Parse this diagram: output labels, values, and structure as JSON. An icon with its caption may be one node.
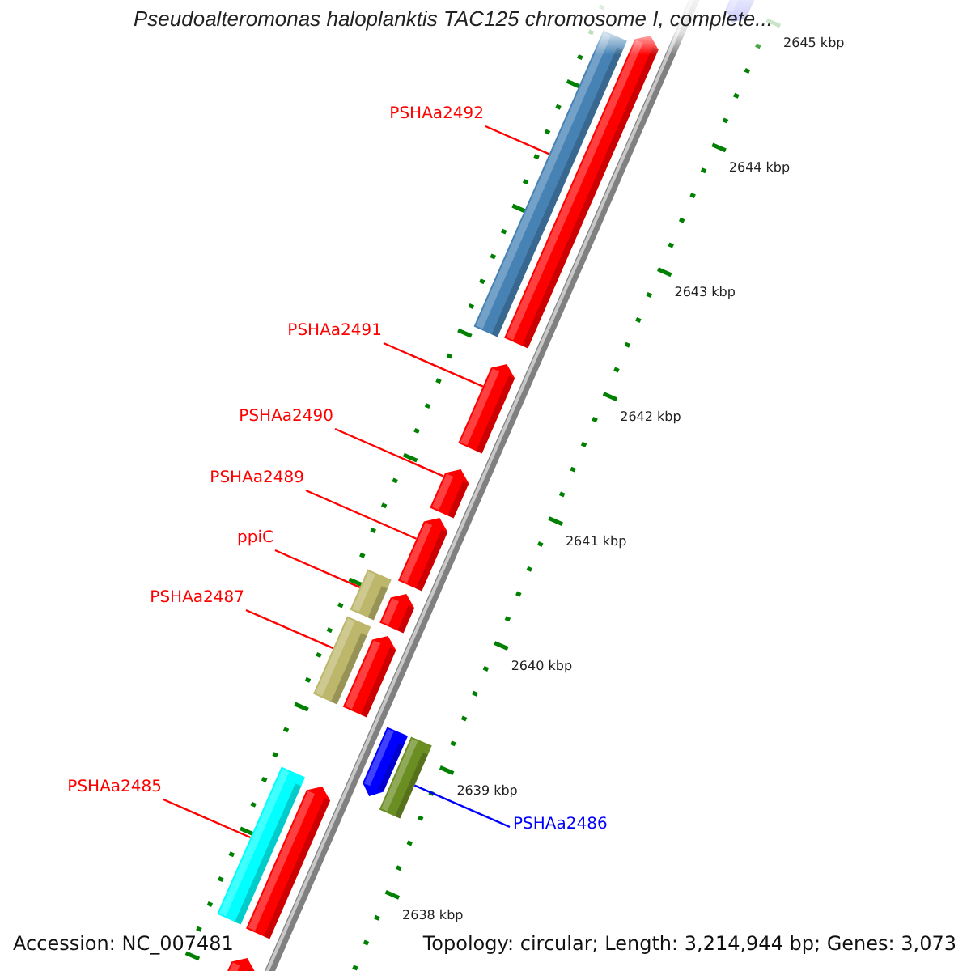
{
  "diagram": {
    "title": "Pseudoalteromonas haloplanktis TAC125 chromosome I, complete...",
    "nodes": [
      {
        "text": [
          "PSHAa2492"
        ]
      },
      {
        "text": [
          "PSHAa2491"
        ]
      },
      {
        "text": [
          "PSHAa2490"
        ]
      },
      {
        "text": [
          "PSHAa2489"
        ]
      },
      {
        "text": [
          "ppiC"
        ]
      },
      {
        "text": [
          "PSHAa2487"
        ]
      },
      {
        "text": [
          "PSHAa2485"
        ]
      },
      {
        "text": [
          "PSHAa2486"
        ]
      },
      {
        "text": [],
        "shape": "bar"
      },
      {
        "text": [],
        "shape": "bar"
      },
      {
        "text": [],
        "shape": "bar"
      },
      {
        "text": [],
        "shape": "bar"
      },
      {
        "text": [],
        "shape": "bar"
      },
      {
        "text": [],
        "shape": "bar"
      },
      {
        "text": [],
        "shape": "bar"
      },
      {
        "text": [],
        "shape": "bar"
      },
      {
        "text": [],
        "shape": "bar"
      },
      {
        "text": [],
        "shape": "bar"
      },
      {
        "text": [],
        "shape": "bar"
      },
      {
        "text": [],
        "shape": "bar"
      },
      {
        "text": [],
        "shape": "bar"
      },
      {
        "text": [],
        "shape": "bar"
      },
      {
        "text": [],
        "shape": "bar"
      }
    ],
    "edges": [
      {
        "from": 0,
        "to": 9,
        "arrow": "none"
      },
      {
        "from": 1,
        "to": 11,
        "arrow": "none"
      },
      {
        "from": 2,
        "to": 12,
        "arrow": "none"
      },
      {
        "from": 3,
        "to": 13,
        "arrow": "none"
      },
      {
        "from": 4,
        "to": 14,
        "arrow": "none"
      },
      {
        "from": 5,
        "to": 16,
        "arrow": "none"
      },
      {
        "from": 6,
        "to": 20,
        "arrow": "none"
      },
      {
        "from": 7,
        "to": 19,
        "arrow": "none",
        "color": "#0000ff"
      }
    ],
    "labels": [
      "2645 kbp",
      "2644 kbp",
      "2643 kbp",
      "2642 kbp",
      "2641 kbp",
      "2640 kbp",
      "2639 kbp",
      "2638 kbp",
      "Accession: NC_007481",
      "Topology: circular; Length: 3,214,944 bp; Genes: 3,073"
    ]
  }
}
